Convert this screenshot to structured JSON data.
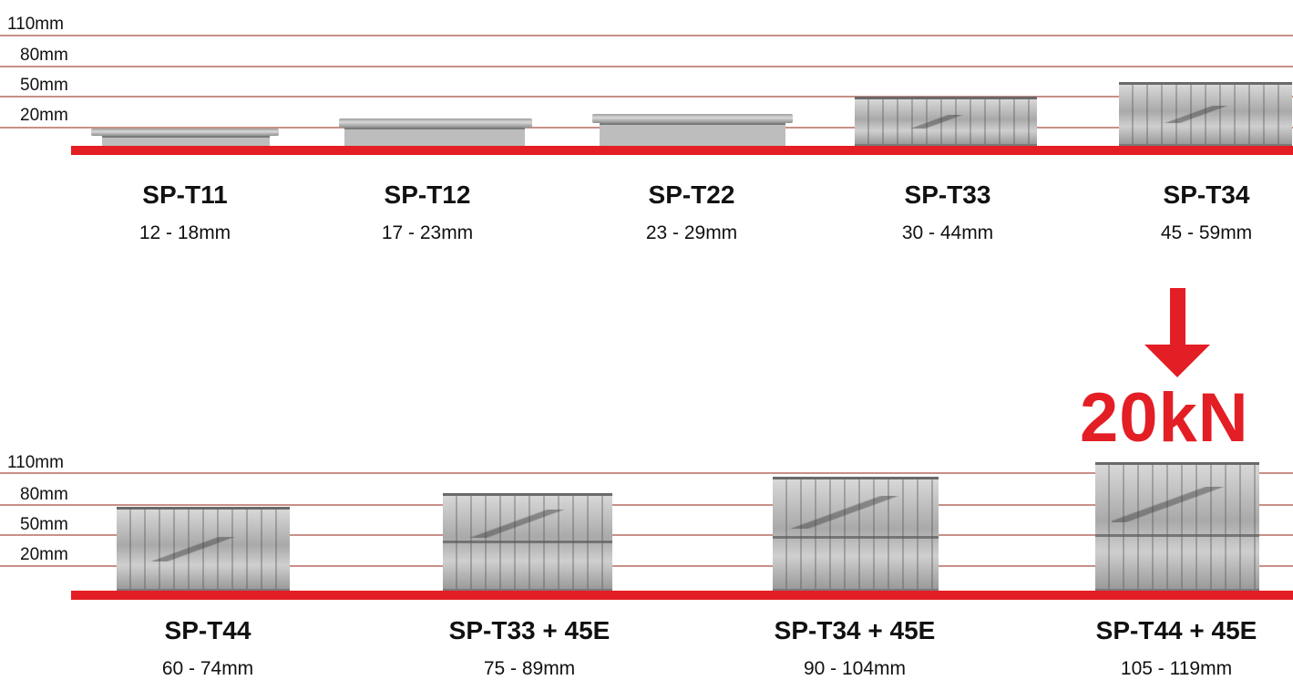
{
  "scale_labels": [
    "110mm",
    "80mm",
    "50mm",
    "20mm"
  ],
  "top_row": [
    {
      "name": "SP-T11",
      "range": "12 - 18mm"
    },
    {
      "name": "SP-T12",
      "range": "17 - 23mm"
    },
    {
      "name": "SP-T22",
      "range": "23 - 29mm"
    },
    {
      "name": "SP-T33",
      "range": "30 - 44mm"
    },
    {
      "name": "SP-T34",
      "range": "45 - 59mm"
    }
  ],
  "bottom_row": [
    {
      "name": "SP-T44",
      "range": "60 - 74mm"
    },
    {
      "name": "SP-T33 + 45E",
      "range": "75 - 89mm"
    },
    {
      "name": "SP-T34 + 45E",
      "range": "90 - 104mm"
    },
    {
      "name": "SP-T44 + 45E",
      "range": "105 - 119mm"
    }
  ],
  "load_rating": "20kN",
  "colors": {
    "accent": "#e31e24",
    "gridline": "#c89088"
  }
}
